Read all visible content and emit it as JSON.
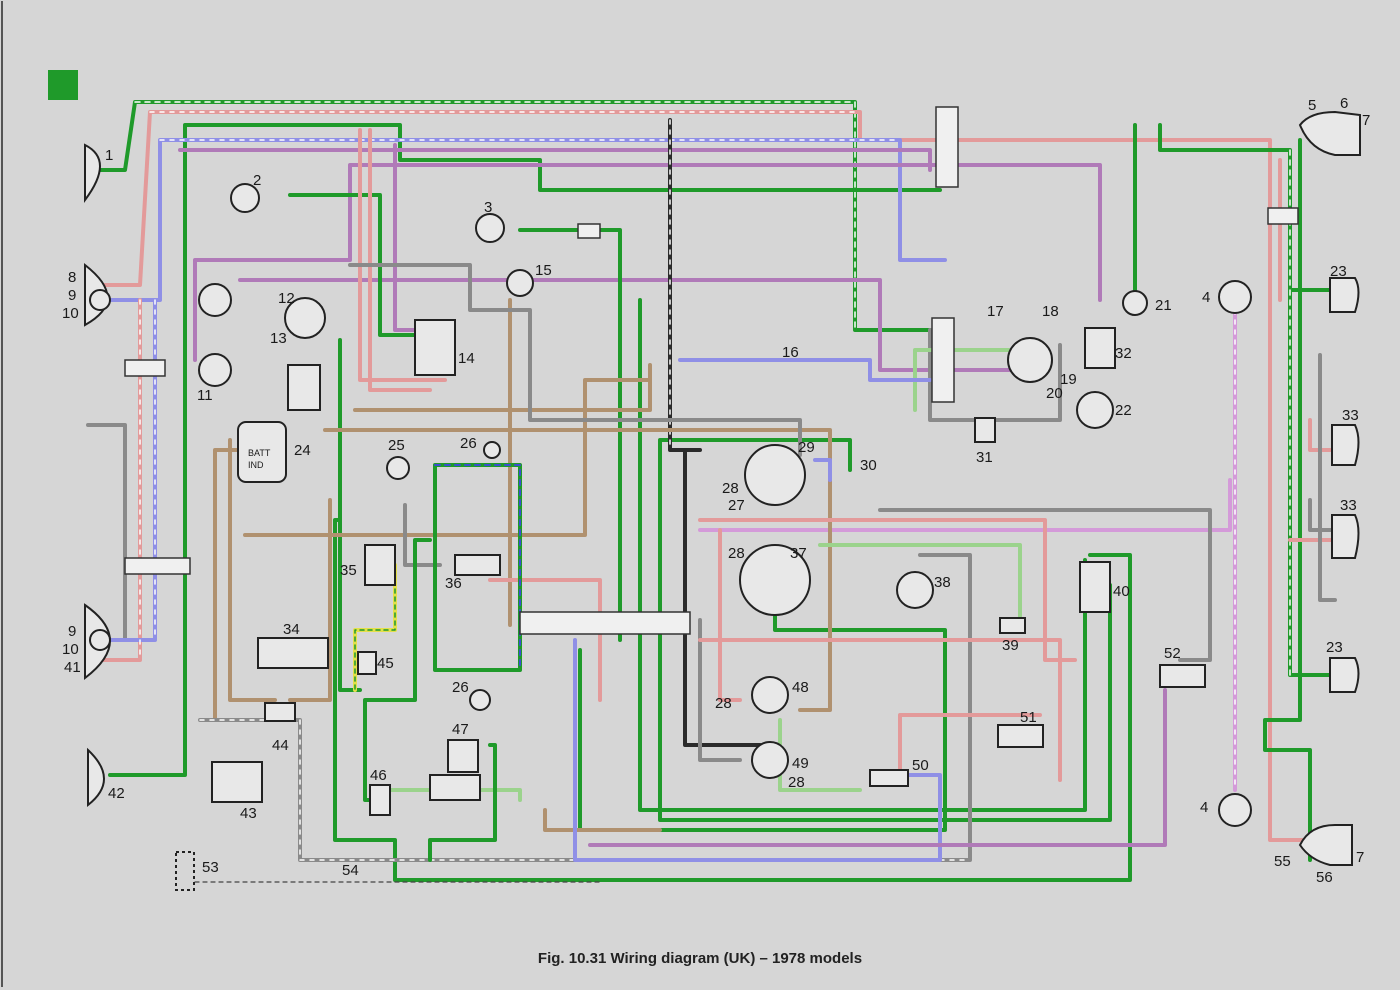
{
  "caption": "Fig. 10.31 Wiring diagram (UK) – 1978 models",
  "colors": {
    "background": "#d6d6d6",
    "green": "#1f9a2a",
    "light_green": "#9bd38c",
    "red": "#e39a9a",
    "blue": "#8f8fe6",
    "purple": "#b07ab8",
    "brown": "#b0916f",
    "grey": "#8a8a8a",
    "black": "#2b2b2b",
    "dashed_white": "#ffffff",
    "yellow": "#e4e04a"
  },
  "components": [
    {
      "id": "c1",
      "num": "1"
    },
    {
      "id": "c2",
      "num": "2"
    },
    {
      "id": "c3",
      "num": "3"
    },
    {
      "id": "c4a",
      "num": "4"
    },
    {
      "id": "c4b",
      "num": "4"
    },
    {
      "id": "c5",
      "num": "5"
    },
    {
      "id": "c6",
      "num": "6"
    },
    {
      "id": "c7a",
      "num": "7"
    },
    {
      "id": "c7b",
      "num": "7"
    },
    {
      "id": "c8",
      "num": "8"
    },
    {
      "id": "c9a",
      "num": "9"
    },
    {
      "id": "c9b",
      "num": "9"
    },
    {
      "id": "c10a",
      "num": "10"
    },
    {
      "id": "c10b",
      "num": "10"
    },
    {
      "id": "c11",
      "num": "11"
    },
    {
      "id": "c12",
      "num": "12"
    },
    {
      "id": "c13",
      "num": "13"
    },
    {
      "id": "c14",
      "num": "14"
    },
    {
      "id": "c15",
      "num": "15"
    },
    {
      "id": "c16",
      "num": "16"
    },
    {
      "id": "c17",
      "num": "17"
    },
    {
      "id": "c18",
      "num": "18"
    },
    {
      "id": "c19",
      "num": "19"
    },
    {
      "id": "c20",
      "num": "20"
    },
    {
      "id": "c21",
      "num": "21"
    },
    {
      "id": "c22",
      "num": "22"
    },
    {
      "id": "c23a",
      "num": "23"
    },
    {
      "id": "c23b",
      "num": "23"
    },
    {
      "id": "c24",
      "num": "24"
    },
    {
      "id": "c25",
      "num": "25"
    },
    {
      "id": "c26a",
      "num": "26"
    },
    {
      "id": "c26b",
      "num": "26"
    },
    {
      "id": "c27",
      "num": "27"
    },
    {
      "id": "c28a",
      "num": "28"
    },
    {
      "id": "c28b",
      "num": "28"
    },
    {
      "id": "c28c",
      "num": "28"
    },
    {
      "id": "c28d",
      "num": "28"
    },
    {
      "id": "c29",
      "num": "29"
    },
    {
      "id": "c30",
      "num": "30"
    },
    {
      "id": "c31",
      "num": "31"
    },
    {
      "id": "c32",
      "num": "32"
    },
    {
      "id": "c33a",
      "num": "33"
    },
    {
      "id": "c33b",
      "num": "33"
    },
    {
      "id": "c34",
      "num": "34"
    },
    {
      "id": "c35",
      "num": "35"
    },
    {
      "id": "c36",
      "num": "36"
    },
    {
      "id": "c37",
      "num": "37"
    },
    {
      "id": "c38",
      "num": "38"
    },
    {
      "id": "c39",
      "num": "39"
    },
    {
      "id": "c40",
      "num": "40"
    },
    {
      "id": "c41",
      "num": "41"
    },
    {
      "id": "c42",
      "num": "42"
    },
    {
      "id": "c43",
      "num": "43"
    },
    {
      "id": "c44",
      "num": "44"
    },
    {
      "id": "c45",
      "num": "45"
    },
    {
      "id": "c46",
      "num": "46"
    },
    {
      "id": "c47",
      "num": "47"
    },
    {
      "id": "c48",
      "num": "48"
    },
    {
      "id": "c49",
      "num": "49"
    },
    {
      "id": "c50",
      "num": "50"
    },
    {
      "id": "c51",
      "num": "51"
    },
    {
      "id": "c52",
      "num": "52"
    },
    {
      "id": "c53",
      "num": "53"
    },
    {
      "id": "c54",
      "num": "54"
    },
    {
      "id": "c55",
      "num": "55"
    },
    {
      "id": "c56",
      "num": "56"
    }
  ],
  "alternator_terms": {
    "batt": "BATT",
    "ind": "IND"
  }
}
